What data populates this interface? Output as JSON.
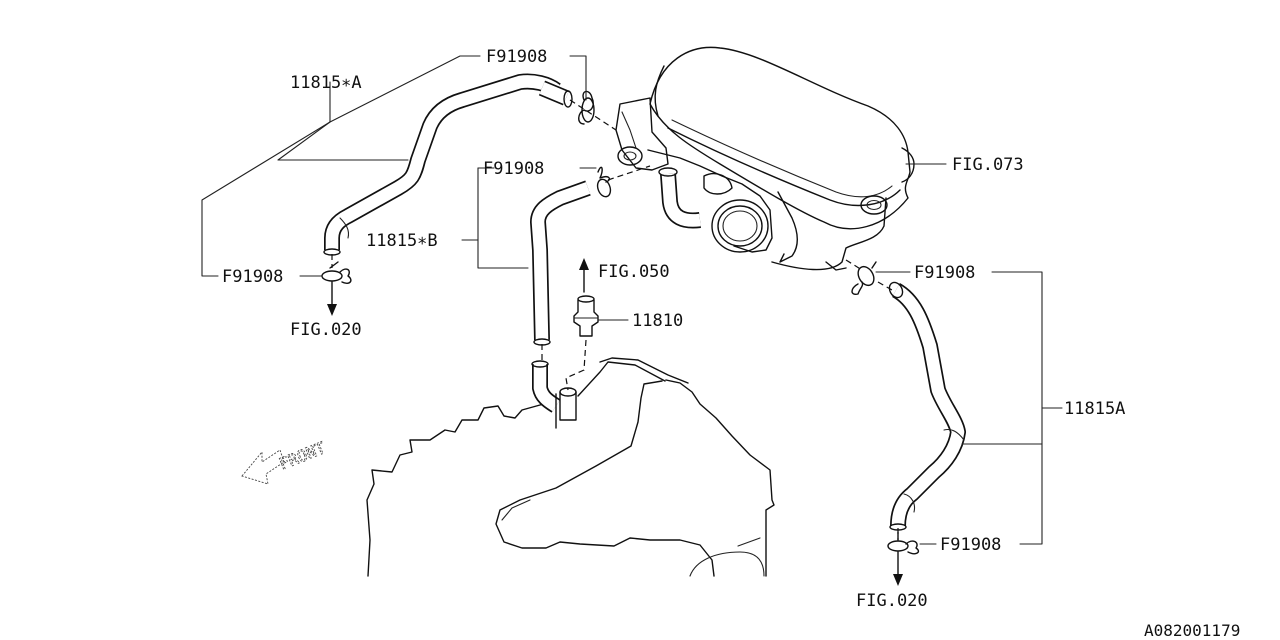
{
  "labels": {
    "hose_left": "11815∗A",
    "clamp_top": "F91908",
    "clamp_mid": "F91908",
    "hose_mid": "11815∗B",
    "clamp_left_bottom": "F91908",
    "fig_left_bottom": "FIG.020",
    "fig_air_box": "FIG.073",
    "fig_upper": "FIG.050",
    "pcv_valve": "11810",
    "clamp_right_top": "F91908",
    "hose_right": "11815A",
    "clamp_right_bottom": "F91908",
    "fig_right_bottom": "FIG.020",
    "front_marker": "FRONT"
  },
  "diagram_code": "A082001179"
}
